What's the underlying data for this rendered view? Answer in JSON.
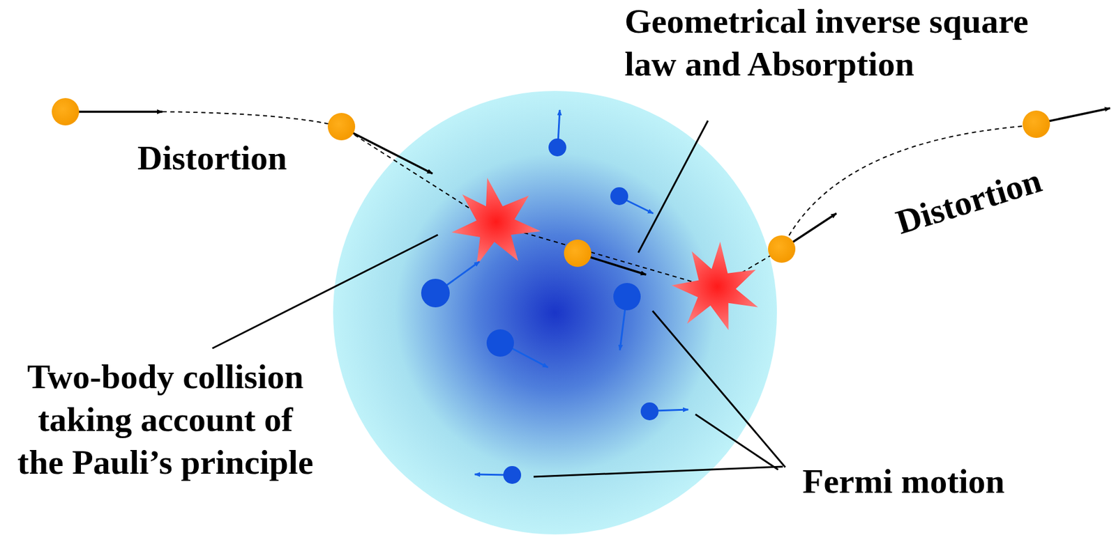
{
  "diagram": {
    "labels": [
      "Geometrical inverse square law and Absorption",
      "Distortion",
      "Distortion",
      "Two-body collision taking account of the Pauli’s principle",
      "Fermi motion"
    ]
  }
}
